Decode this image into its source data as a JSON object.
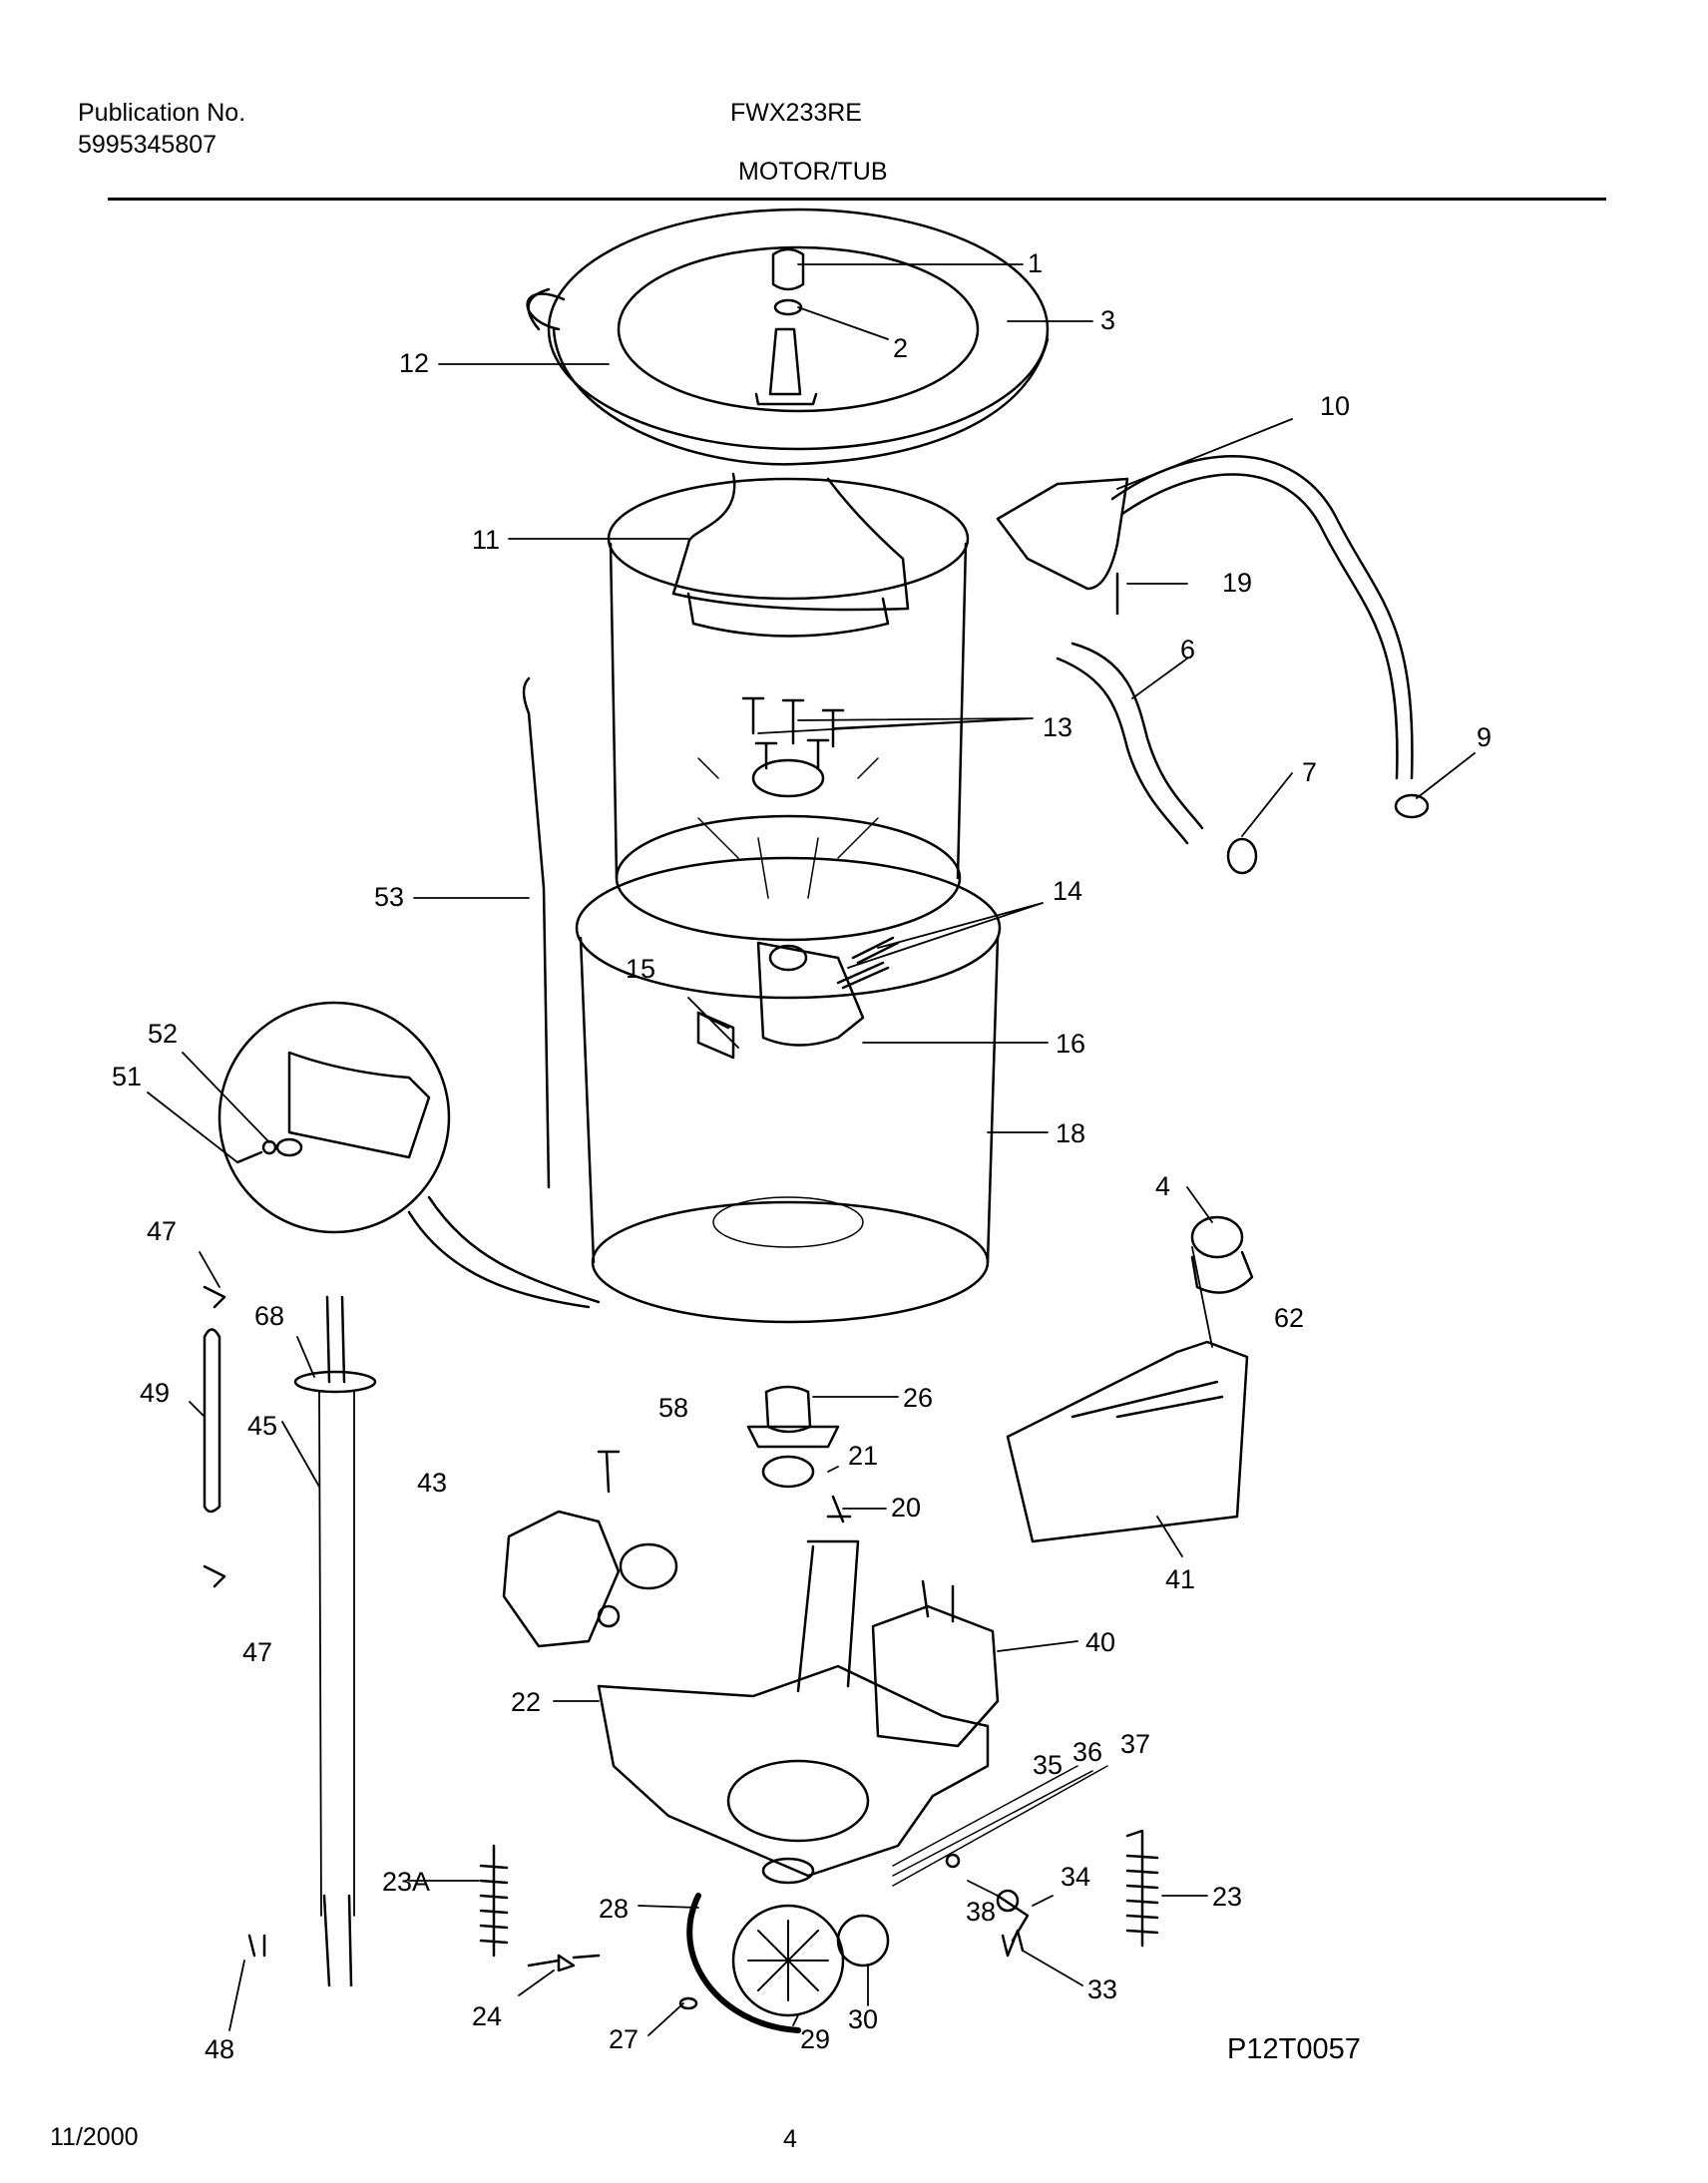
{
  "header": {
    "publication_label": "Publication No.",
    "publication_number": "5995345807",
    "model": "FWX233RE",
    "section_title": "MOTOR/TUB"
  },
  "callouts": {
    "c1": "1",
    "c2": "2",
    "c3": "3",
    "c4": "4",
    "c6": "6",
    "c7": "7",
    "c9": "9",
    "c10": "10",
    "c11": "11",
    "c12": "12",
    "c13": "13",
    "c14": "14",
    "c15": "15",
    "c16": "16",
    "c18": "18",
    "c19": "19",
    "c20": "20",
    "c21": "21",
    "c22": "22",
    "c23": "23",
    "c23a": "23A",
    "c24": "24",
    "c26": "26",
    "c27": "27",
    "c28": "28",
    "c29": "29",
    "c30": "30",
    "c33": "33",
    "c34": "34",
    "c35": "35",
    "c36": "36",
    "c37": "37",
    "c38": "38",
    "c40": "40",
    "c41": "41",
    "c43": "43",
    "c45": "45",
    "c47a": "47",
    "c47b": "47",
    "c48": "48",
    "c49": "49",
    "c51": "51",
    "c52": "52",
    "c53": "53",
    "c58": "58",
    "c62": "62",
    "c68": "68"
  },
  "figure_id": "P12T0057",
  "footer": {
    "date": "11/2000",
    "page": "4"
  }
}
